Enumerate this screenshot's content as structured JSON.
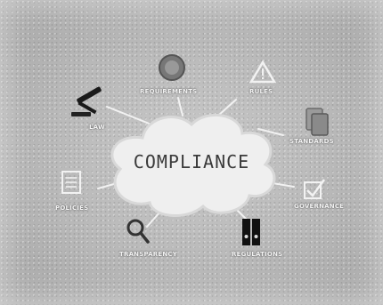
{
  "center_label": "COMPLIANCE",
  "labels": {
    "requirements": "REQUIREMENTS",
    "rules": "RULES",
    "law": "LAW",
    "standards": "STANDARDS",
    "policies": "POLICIES",
    "governance": "GOVERNANCE",
    "transparency": "TRANSPARENCY",
    "regulations": "REGULATIONS"
  },
  "colors": {
    "background": "#b8b8b8",
    "cloud": "#ededed",
    "text": "#3a3a3a"
  }
}
